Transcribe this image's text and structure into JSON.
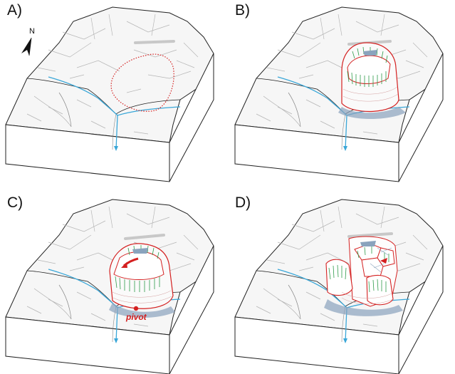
{
  "panels": [
    {
      "id": "a",
      "label": "A)",
      "stage": "outline"
    },
    {
      "id": "b",
      "label": "B)",
      "stage": "block"
    },
    {
      "id": "c",
      "label": "C)",
      "stage": "rotated"
    },
    {
      "id": "d",
      "label": "D)",
      "stage": "collapsed"
    }
  ],
  "north_arrow": {
    "label": "N"
  },
  "pivot": {
    "label": "pivot"
  },
  "colors": {
    "outline": "#222222",
    "river": "#3aa7d8",
    "scarp": "#d42020",
    "face": "#2e9b4a",
    "crack": "#b5b5b5",
    "shadow": "#8aa3bd",
    "top_surface": "#f6f6f6"
  }
}
